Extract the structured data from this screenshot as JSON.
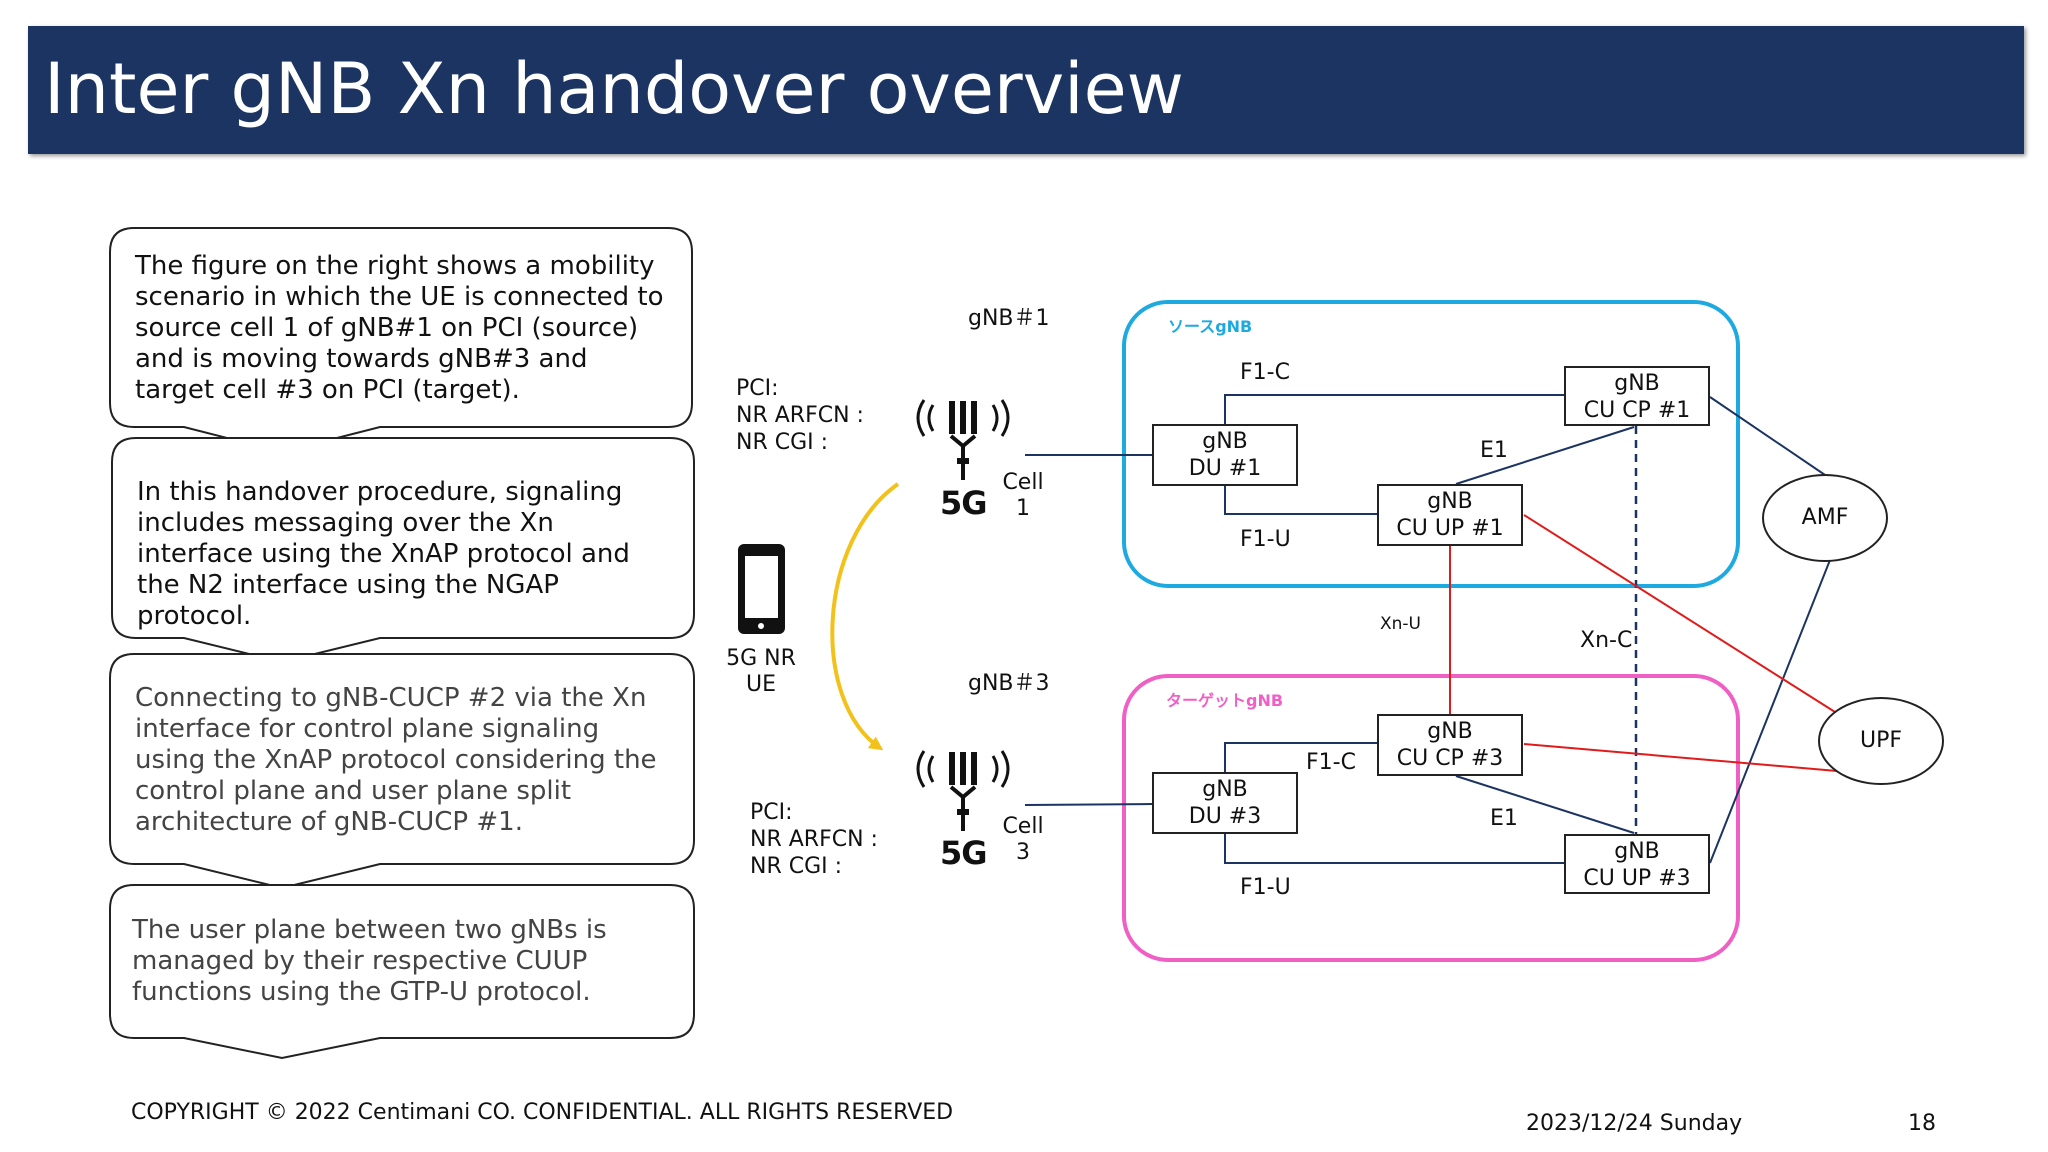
{
  "title": "Inter gNB Xn handover overview",
  "callouts": [
    "The figure on the right shows a mobility scenario in which the UE is connected to source cell 1 of gNB#1 on PCI (source) and is moving towards gNB#3 and target cell #3 on PCI (target).",
    "In this handover procedure, signaling includes messaging over the Xn interface using the XnAP protocol and the N2 interface using the NGAP protocol.",
    "Connecting to gNB-CUCP #2 via the Xn interface for control plane signaling using the XnAP protocol considering the control plane and user plane split architecture of gNB-CUCP #1.",
    "The user plane between two gNBs is managed by their respective CUUP functions using the GTP-U protocol."
  ],
  "diagram": {
    "gnb1_label": "gNB＃1",
    "gnb3_label": "gNB＃3",
    "source_group_label": "ソースgNB",
    "target_group_label": "ターゲットgNB",
    "pci1": [
      "PCI:",
      "NR ARFCN :",
      "NR CGI :"
    ],
    "pci3": [
      "PCI:",
      "NR ARFCN :",
      "NR CGI :"
    ],
    "five_g": "5G",
    "cell1": [
      "Cell",
      "1"
    ],
    "cell3": [
      "Cell",
      "3"
    ],
    "ue": [
      "5G NR",
      "UE"
    ],
    "du1": [
      "gNB",
      "DU #1"
    ],
    "cucp1": [
      "gNB",
      "CU CP #1"
    ],
    "cuup1": [
      "gNB",
      "CU UP #1"
    ],
    "du3": [
      "gNB",
      "DU #3"
    ],
    "cucp3": [
      "gNB",
      "CU CP #3"
    ],
    "cuup3": [
      "gNB",
      "CU UP #3"
    ],
    "amf": "AMF",
    "upf": "UPF",
    "f1c_1": "F1-C",
    "f1u_1": "F1-U",
    "e1_1": "E1",
    "f1c_3": "F1-C",
    "f1u_3": "F1-U",
    "e1_3": "E1",
    "xnu": "Xn-U",
    "xnc": "Xn-C",
    "colors": {
      "source": "#1eaae0",
      "target": "#ef5fc4",
      "red_link": "#e01b1b",
      "arrow": "#f2c21b",
      "line": "#1c3462"
    }
  },
  "footer": {
    "copyright": "COPYRIGHT © 2022 Centimani CO. CONFIDENTIAL. ALL RIGHTS RESERVED",
    "date": "2023/12/24 Sunday",
    "page": "18"
  }
}
